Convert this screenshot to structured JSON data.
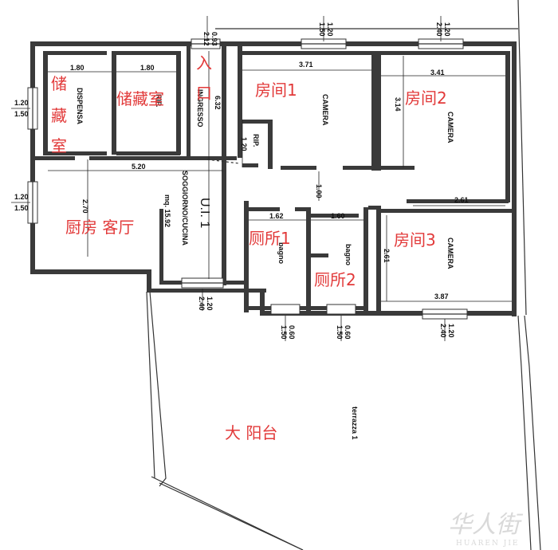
{
  "colors": {
    "wall": "#3a3a3a",
    "annotation": "#e23a3a",
    "watermark": "#d9d9d9"
  },
  "annotations": {
    "storage_label_1": "储",
    "storage_label_2": "藏",
    "storage_label_3": "室",
    "storage_room2": "储藏室",
    "entrance_1": "入",
    "entrance_2": "口",
    "room1": "房间1",
    "room2": "房间2",
    "room3": "房间3",
    "kitchen_living": "厨房 客厅",
    "toilet1": "厕所1",
    "toilet2": "厕所2",
    "terrace": "大 阳台"
  },
  "rooms": {
    "dispensa": "DISPENSA",
    "rip": "RIP.",
    "rip2": "RIP.",
    "ingresso": "INGRESSO",
    "camera1": "CAMERA",
    "camera2": "CAMERA",
    "camera3": "CAMERA",
    "soggiorno": "SOGGIORNO/CUCINA",
    "soggiorno_area": "mq. 15.92",
    "unit": "U.I. 1",
    "bagno1": "bagno",
    "bagno2": "bagno",
    "terrazza": "terrazza 1"
  },
  "dimensions": {
    "top_win1_a": "0.93",
    "top_win1_b": "2.12",
    "top_win2_a": "1.20",
    "top_win2_b": "1.50",
    "top_win3_a": "1.20",
    "top_win3_b": "2.40",
    "dispensa_w": "1.80",
    "rip_w": "1.80",
    "camera1_w": "3.71",
    "camera2_w": "3.41",
    "left_win1_a": "1.20",
    "left_win1_b": "1.50",
    "left_win2_a": "1.20",
    "left_win2_b": "1.50",
    "ingresso_len": "6.32",
    "camera2_h": "3.14",
    "rip2_h": "1.20",
    "soggiorno_w": "5.20",
    "corridor_w": "1.00",
    "camera3_top": "2.61",
    "soggiorno_h": "2.70",
    "bagno1_w": "1.62",
    "bagno2_w": "1.60",
    "camera3_h": "2.61",
    "bottom_win1_a": "1.20",
    "bottom_win1_b": "2.40",
    "camera3_w": "3.87",
    "bottom_win2_a": "0.60",
    "bottom_win2_b": "1.50",
    "bottom_win3_a": "0.60",
    "bottom_win3_b": "1.50",
    "bottom_win4_a": "1.20",
    "bottom_win4_b": "2.40"
  },
  "watermark": {
    "brand": "华人街",
    "brand_latin": "HUAREN JIE"
  }
}
